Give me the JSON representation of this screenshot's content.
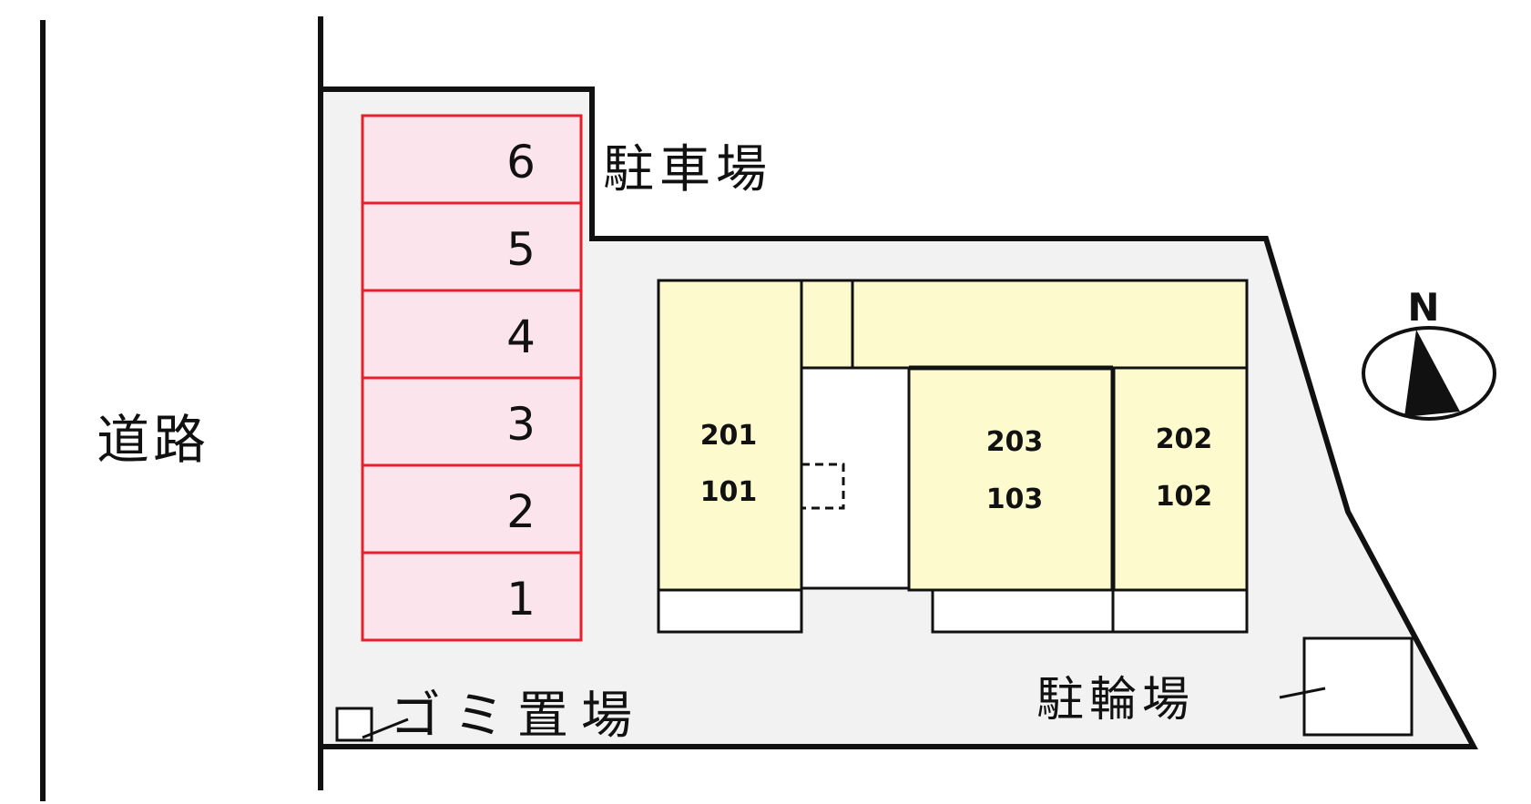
{
  "road_label": "道路",
  "parking_label": "駐車場",
  "trash_label": "ゴミ置場",
  "bicycle_label": "駐輪場",
  "compass_label": "N",
  "parking_spaces": [
    "6",
    "5",
    "4",
    "3",
    "2",
    "1"
  ],
  "units": {
    "left_upper": "201",
    "left_lower": "101",
    "middle_upper": "203",
    "middle_lower": "103",
    "right_upper": "202",
    "right_lower": "102"
  },
  "colors": {
    "parking_fill": "#fbe4ec",
    "parking_stroke": "#e5202a",
    "building_fill": "#fdfacd",
    "lot_fill": "#f2f2f2",
    "line": "#111111"
  }
}
